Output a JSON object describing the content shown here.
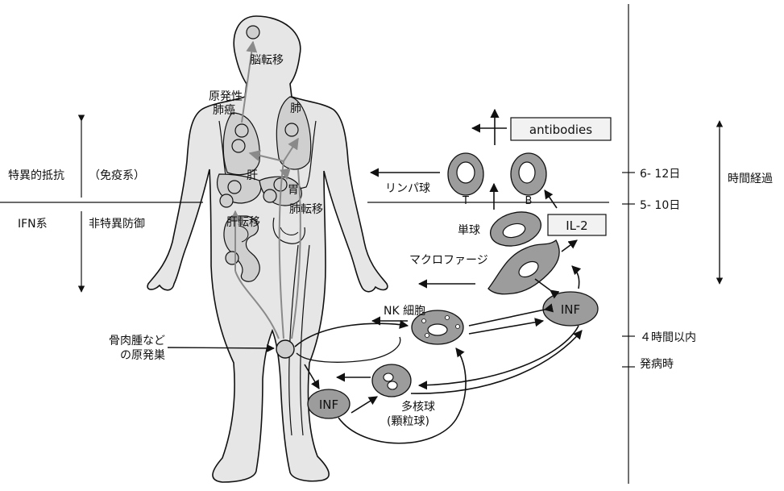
{
  "body_labels": {
    "brain_metastasis": "脳転移",
    "primary_lung_cancer_line1": "原発性",
    "primary_lung_cancer_line2": "肺癌",
    "lung": "肺",
    "liver": "肝",
    "stomach": "胃",
    "lung_metastasis": "肺転移",
    "liver_metastasis": "肝転移",
    "osteosarcoma_line1": "骨肉腫など",
    "osteosarcoma_line2": "の原発巣"
  },
  "left_panel": {
    "specific_resistance": "特異的抵抗",
    "immune_system": "（免疫系）",
    "ifn_system": "IFN系",
    "nonspecific_defense": "非特異防御"
  },
  "cells": {
    "antibodies": "antibodies",
    "lymphocyte": "リンパ球",
    "t_cell": "T",
    "b_cell": "B",
    "monocyte": "単球",
    "il2": "IL-2",
    "macrophage": "マクロファージ",
    "nk_cell": "NK 細胞",
    "inf": "INF",
    "polymorphonuclear_line1": "多核球",
    "polymorphonuclear_line2": "(顆粒球)"
  },
  "timeline": {
    "t_6_12_days": "6- 12日",
    "t_5_10_days": "5- 10日",
    "t_4_hours": "４時間以内",
    "onset": "発病時",
    "time_elapsed": "時間経過"
  },
  "colors": {
    "cell_fill": "#9c9c9c",
    "body_fill": "#e6e6e6",
    "organ_fill": "#cfcfcf",
    "spread_arrow": "#8a8a8a"
  }
}
